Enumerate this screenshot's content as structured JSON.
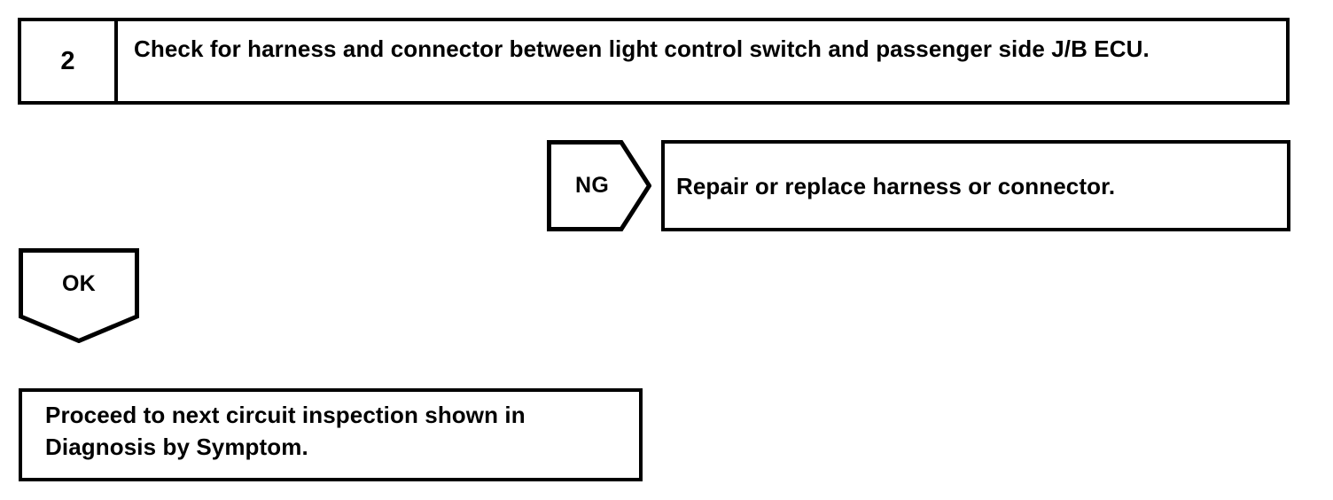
{
  "diagram": {
    "type": "troubleshooting-flowchart",
    "line_color": "#000000",
    "background_color": "#ffffff",
    "step": {
      "number": "2",
      "instruction": "Check for harness and connector between light control switch and passenger side J/B ECU."
    },
    "branches": [
      {
        "label": "NG",
        "direction": "right",
        "result": "Repair or replace harness or connector."
      },
      {
        "label": "OK",
        "direction": "down",
        "result": "Proceed to next circuit inspection shown in Diagnosis by Symptom."
      }
    ],
    "ng_label": "NG",
    "ng_result": "Repair or replace harness or connector.",
    "ok_label": "OK",
    "ok_result": "Proceed to next circuit inspection shown in Diagnosis by Symptom."
  }
}
